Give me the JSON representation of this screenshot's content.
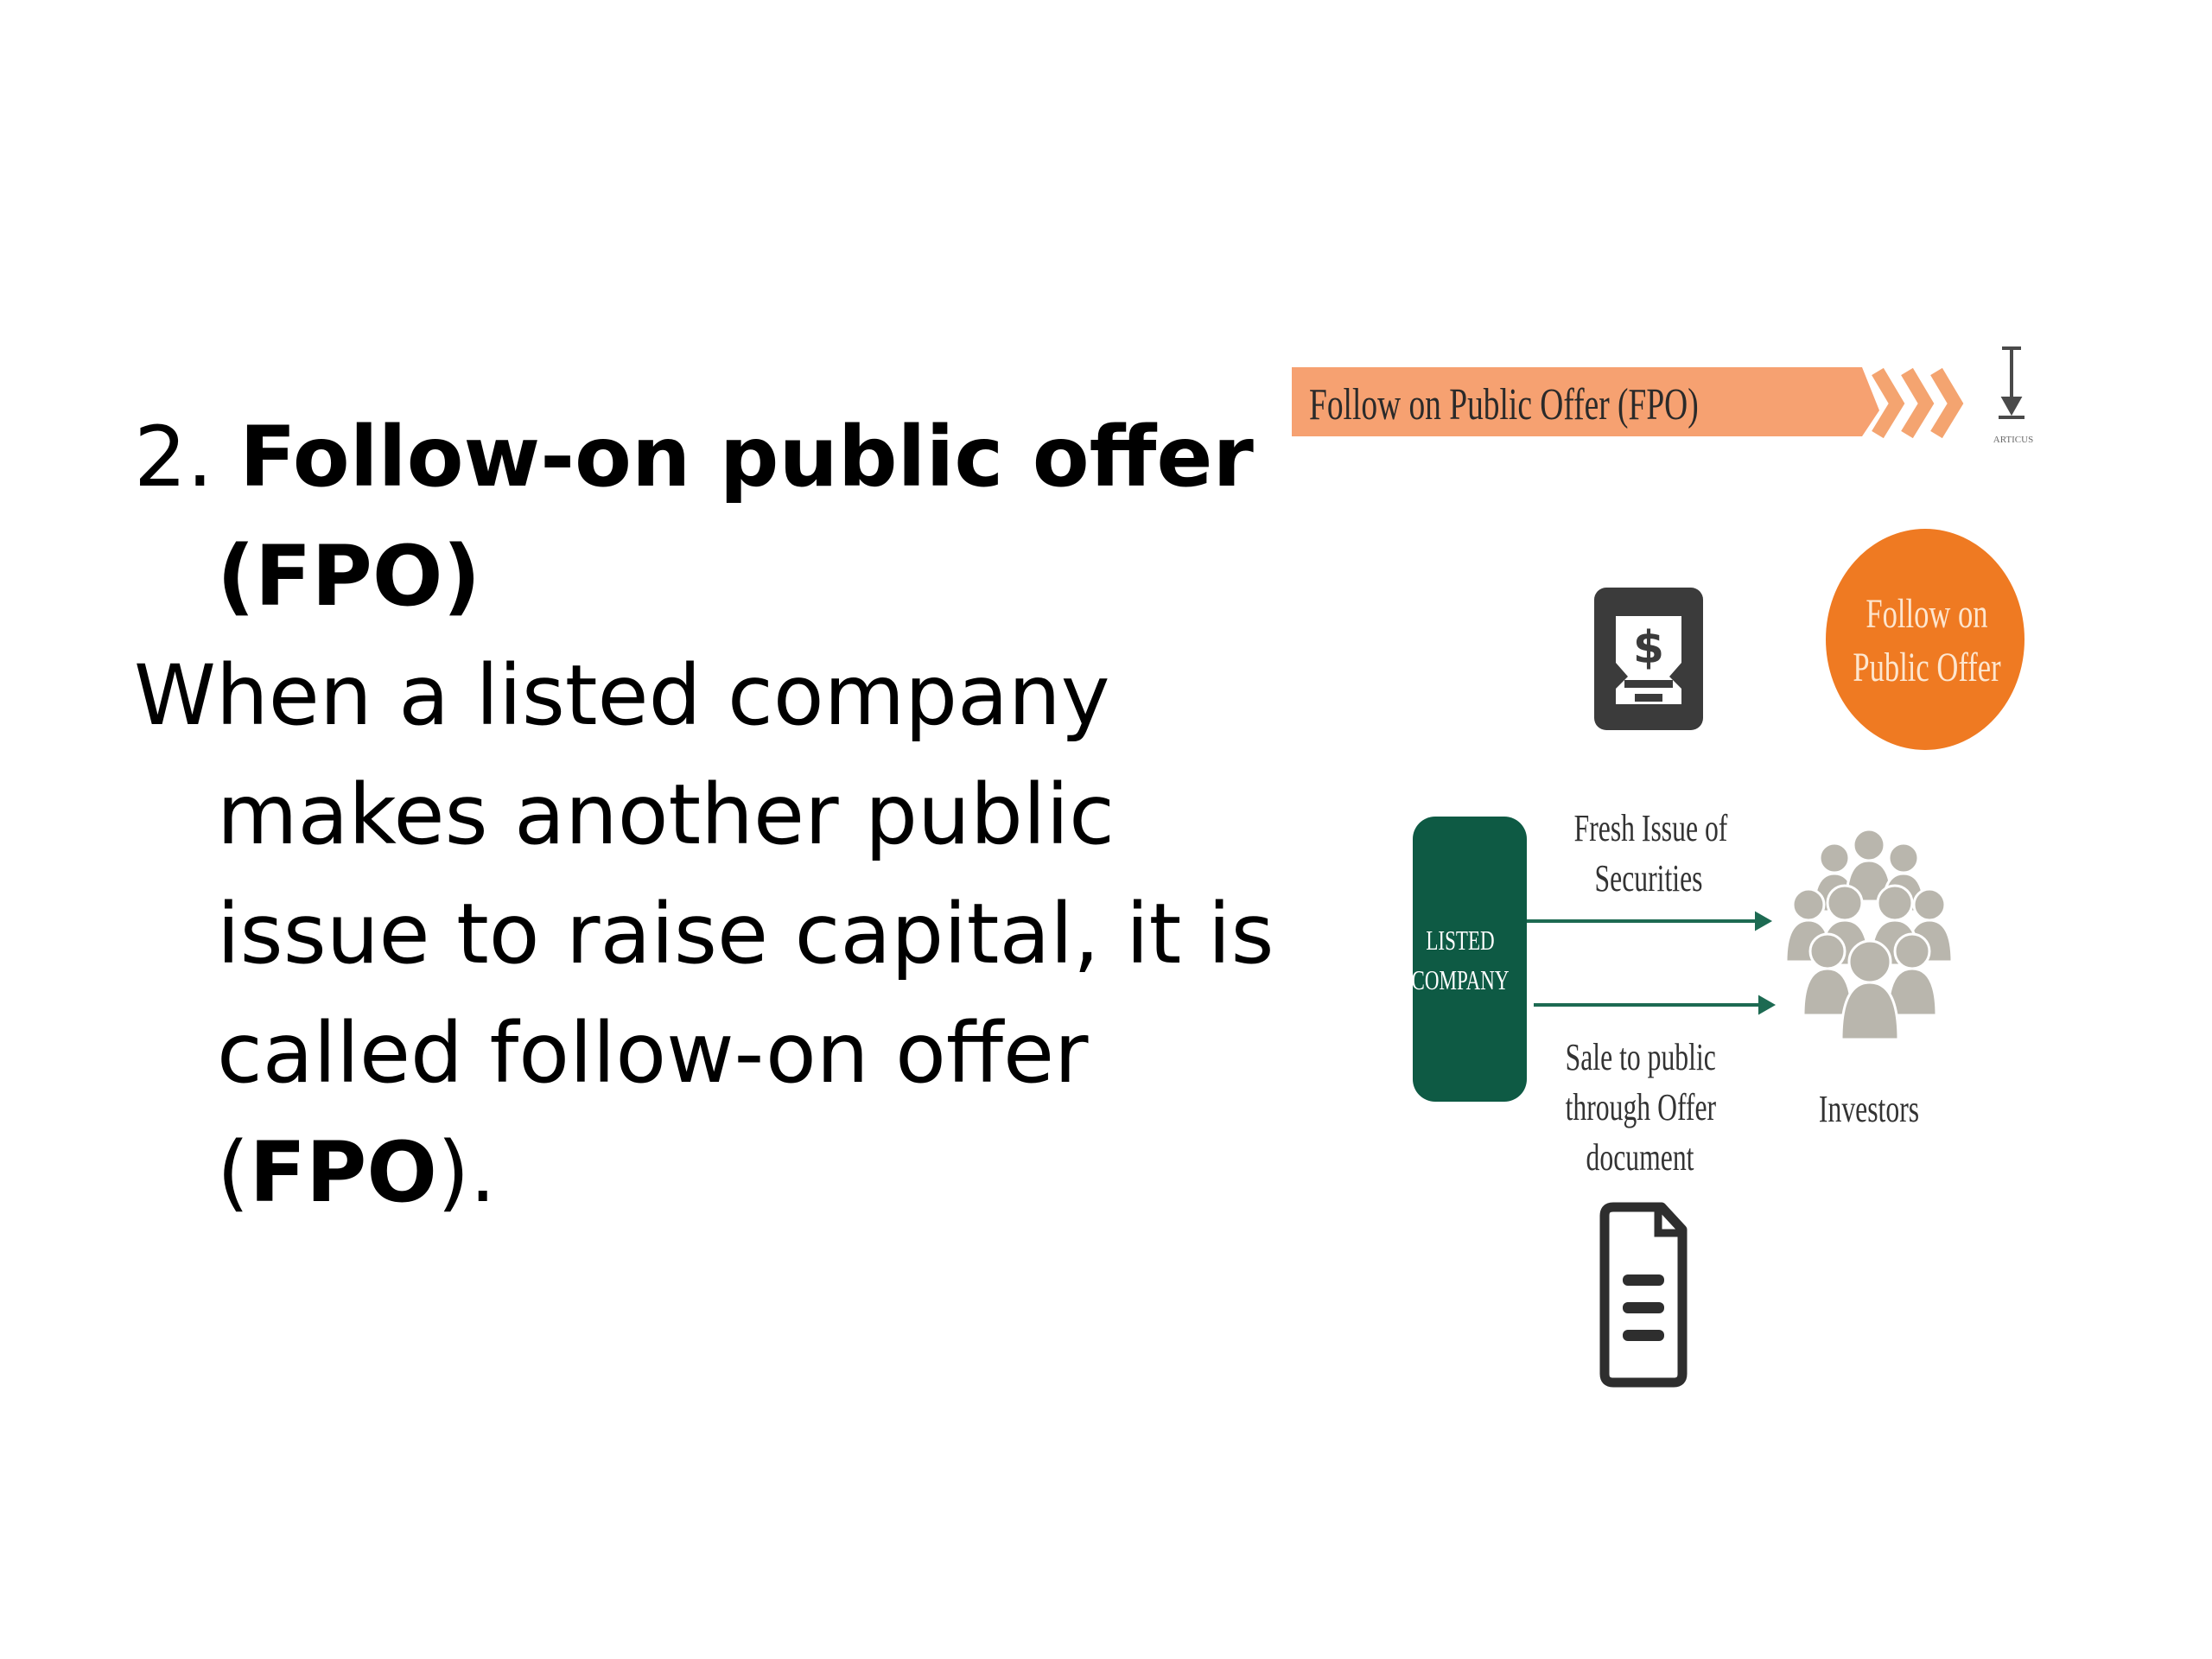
{
  "slide": {
    "heading_number": "2.",
    "heading_bold": "Follow-on public offer (FPO)",
    "body_text_before": "When a listed company makes another public issue to raise capital, it is called follow-on offer (",
    "body_text_bold": "FPO",
    "body_text_after": ")."
  },
  "diagram": {
    "banner_title": "Follow on Public Offer (FPO)",
    "logo_text": "ARTICUS",
    "circle_label_line1": "Follow on",
    "circle_label_line2": "Public Offer",
    "company_label_line1": "LISTED",
    "company_label_line2": "COMPANY",
    "top_arrow_label_line1": "Fresh Issue of",
    "top_arrow_label_line2": "Securities",
    "bottom_arrow_label_line1": "Sale to public",
    "bottom_arrow_label_line2": "through Offer",
    "bottom_arrow_label_line3": "document",
    "investors_label": "Investors",
    "icons": [
      "dollar-certificate-icon",
      "people-group-icon",
      "document-icon",
      "arrow-down-logo-icon"
    ],
    "colors": {
      "banner": "#f6a171",
      "chevrons": "#f4a470",
      "circle": "#ef7a22",
      "company": "#0e5a44",
      "arrows": "#1d6a52",
      "investors": "#b9b6ad",
      "icons": "#3b3b3b"
    }
  }
}
